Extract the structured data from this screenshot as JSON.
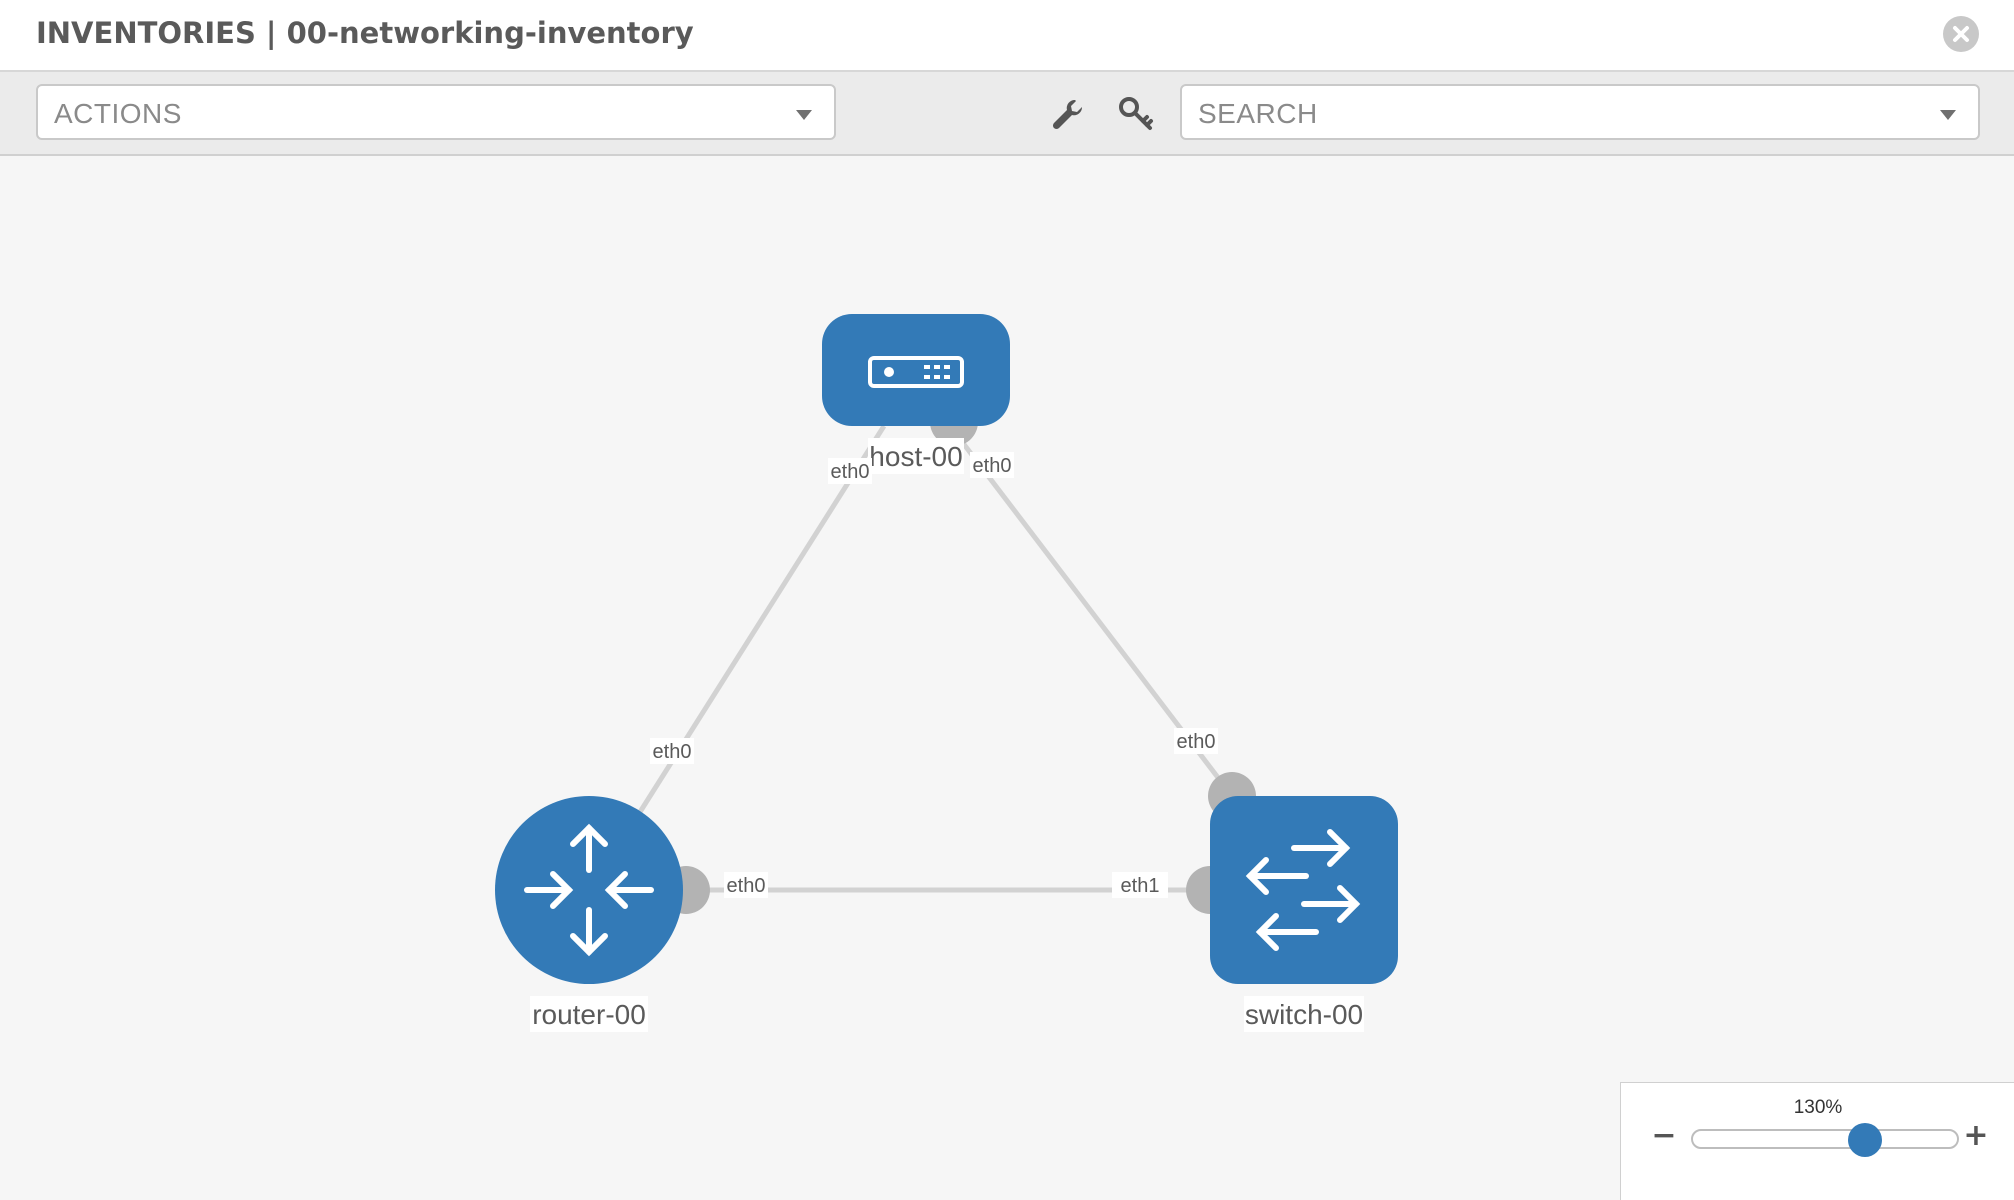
{
  "window": {
    "title": "INVENTORIES | 00-networking-inventory"
  },
  "toolbar": {
    "actions_label": "ACTIONS",
    "search_label": "SEARCH"
  },
  "icons": {
    "close": "close-circle-icon",
    "wrench": "wrench-icon",
    "key": "key-icon",
    "host": "server-icon",
    "router": "router-arrows-icon",
    "switch": "switch-arrows-icon"
  },
  "colors": {
    "node": "#337ab7",
    "link": "#d2d2d2",
    "port": "#b3b3b3",
    "canvas": "#f6f6f6"
  },
  "topology": {
    "nodes": [
      {
        "id": "host-00",
        "label": "host-00",
        "type": "host"
      },
      {
        "id": "router-00",
        "label": "router-00",
        "type": "router"
      },
      {
        "id": "switch-00",
        "label": "switch-00",
        "type": "switch"
      }
    ],
    "links": [
      {
        "from": "host-00",
        "from_iface": "eth0",
        "to": "router-00",
        "to_iface": "eth0"
      },
      {
        "from": "host-00",
        "from_iface": "eth0",
        "to": "switch-00",
        "to_iface": "eth0"
      },
      {
        "from": "router-00",
        "from_iface": "eth0",
        "to": "switch-00",
        "to_iface": "eth1"
      }
    ]
  },
  "zoom": {
    "label": "130%",
    "fraction": 0.65
  }
}
